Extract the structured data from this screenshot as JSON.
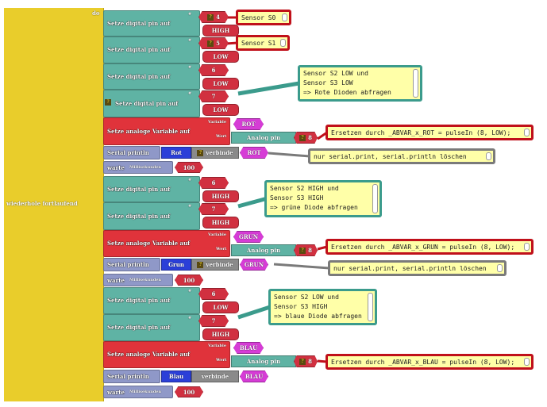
{
  "loop": {
    "label": "wiederhole fortlaufend",
    "do_label": "do"
  },
  "labels": {
    "digital": "Setze digital pin auf",
    "analog": "Setze analoge Variable auf",
    "variable": "Variable",
    "wert": "Wert",
    "analog_pin": "Analog pin",
    "println": "Serial println",
    "verbinde": "verbinde",
    "warte": "warte",
    "millisekunden": "Millisekunden",
    "hash": "#"
  },
  "colors": {
    "loop": "#e9cd2b",
    "digital": "#5fb3a4",
    "analog": "#e0333b",
    "value": "#d13040",
    "variable": "#d63cd6",
    "serial": "#8f98c8",
    "string": "#2b3fd8",
    "verbinde": "#8a8a8a",
    "comment_red": "#c0101a",
    "comment_teal": "#3b9b8c",
    "comment_gray": "#7a7a7a"
  },
  "blocks": [
    {
      "type": "digital",
      "pin": "4",
      "pin_q": true,
      "value": "HIGH"
    },
    {
      "type": "digital",
      "pin": "5",
      "pin_q": true,
      "value": "LOW"
    },
    {
      "type": "digital",
      "pin": "6",
      "value": "LOW"
    },
    {
      "type": "digital",
      "pin": "7",
      "value": "LOW",
      "q": true
    },
    {
      "type": "analog",
      "variable": "ROT",
      "pin": "8"
    },
    {
      "type": "println",
      "text": "Rot",
      "verbinde_q": true,
      "variable": "ROT"
    },
    {
      "type": "wait",
      "ms": "100"
    },
    {
      "type": "digital",
      "pin": "6",
      "value": "HIGH"
    },
    {
      "type": "digital",
      "pin": "7",
      "value": "HIGH"
    },
    {
      "type": "analog",
      "variable": "GRUN",
      "pin": "8"
    },
    {
      "type": "println",
      "text": "Grun",
      "verbinde_q": true,
      "variable": "GRUN"
    },
    {
      "type": "wait",
      "ms": "100"
    },
    {
      "type": "digital",
      "pin": "6",
      "value": "LOW"
    },
    {
      "type": "digital",
      "pin": "7",
      "value": "HIGH"
    },
    {
      "type": "analog",
      "variable": "BLAU",
      "pin": "8"
    },
    {
      "type": "println",
      "text": "Blau",
      "verbinde_q": false,
      "variable": "BLAU"
    },
    {
      "type": "wait",
      "ms": "100"
    }
  ],
  "comments": [
    {
      "text": "Sensor S0",
      "style": "red"
    },
    {
      "text": "Sensor S1",
      "style": "red"
    },
    {
      "text": "Sensor S2 LOW und\nSensor S3 LOW\n=> Rote Dioden abfragen",
      "style": "teal"
    },
    {
      "text": "Ersetzen durch _ABVAR_x_ROT = pulseIn (8, LOW);",
      "style": "red"
    },
    {
      "text": "nur serial.print, serial.println löschen",
      "style": "gray"
    },
    {
      "text": "Sensor S2 HIGH und\nSensor S3 HIGH\n=> grüne Diode abfragen",
      "style": "teal"
    },
    {
      "text": "Ersetzen durch _ABVAR_x_GRUN = pulseIn (8, LOW);",
      "style": "red"
    },
    {
      "text": "nur serial.print, serial.println löschen",
      "style": "gray"
    },
    {
      "text": "Sensor S2 LOW und\nSensor S3 HIGH\n=> blaue Diode abfragen",
      "style": "teal"
    },
    {
      "text": "Ersetzen durch _ABVAR_x_BLAU = pulseIn (8, LOW);",
      "style": "red"
    }
  ]
}
